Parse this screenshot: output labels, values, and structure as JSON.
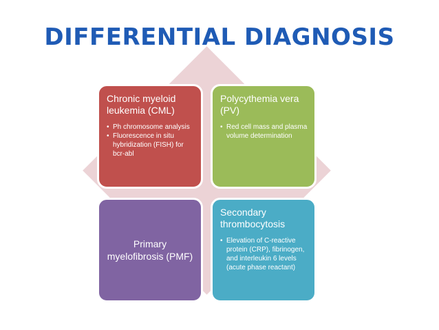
{
  "title": "DIFFERENTIAL DIAGNOSIS",
  "colors": {
    "title": "#1f5bb5",
    "diamond": "#ecd3d6",
    "cml": "#c0504d",
    "pv": "#9bbb59",
    "pmf": "#8064a2",
    "secondary": "#4bacc6"
  },
  "boxes": {
    "cml": {
      "heading": [
        "Chronic myeloid",
        "leukemia (CML)"
      ],
      "bullets": [
        "Ph chromosome analysis",
        "Fluorescence in situ hybridization (FISH) for bcr-abl"
      ]
    },
    "pv": {
      "heading": [
        "Polycythemia vera",
        "(PV)"
      ],
      "bullets": [
        "Red cell mass and plasma volume determination"
      ]
    },
    "pmf": {
      "heading": [
        "Primary",
        "myelofibrosis (PMF)"
      ]
    },
    "secondary": {
      "heading": [
        "Secondary",
        "thrombocytosis"
      ],
      "bullets": [
        "Elevation of C-reactive protein (CRP), fibrinogen, and interleukin 6 levels (acute phase reactant)"
      ]
    }
  }
}
